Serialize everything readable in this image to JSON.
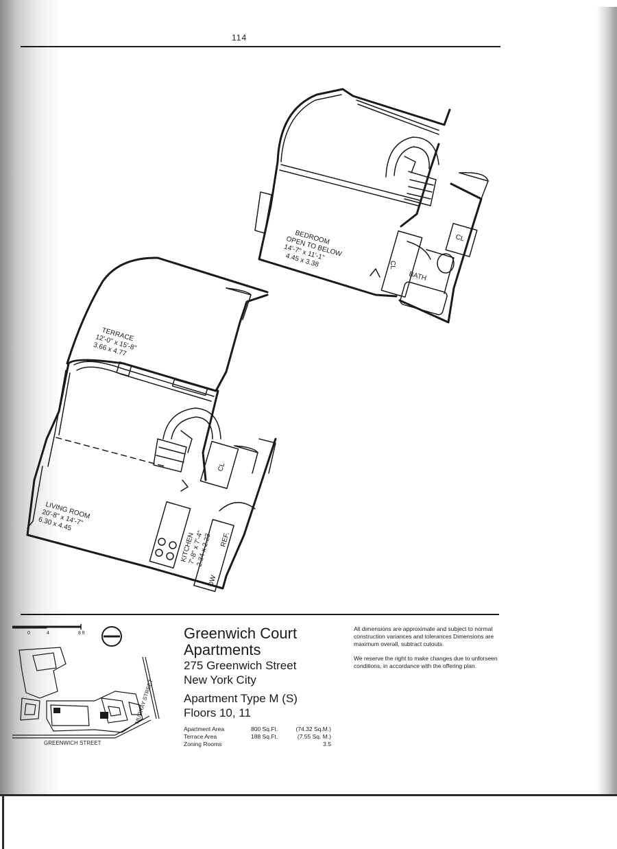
{
  "page": {
    "number": "114"
  },
  "plan": {
    "bedroom": {
      "name": "BEDROOM",
      "sub": "OPEN TO BELOW",
      "dims_ft": "14'-7\" x 11'-1\"",
      "dims_m": "4.45 x 3.38"
    },
    "closet_upper": "CL",
    "closet_mid": "CL",
    "bath": "BATH",
    "terrace": {
      "name": "TERRACE",
      "dims_ft": "12'-0\" x 15'-8\"",
      "dims_m": "3.66 x 4.77"
    },
    "living": {
      "name": "LIVING ROOM",
      "dims_ft": "20'-8\" x 14'-7\"",
      "dims_m": "6.30 x 4.45"
    },
    "kitchen": {
      "name": "KITCHEN",
      "dims_ft": "7'-8\" x 7'-4\"",
      "dims_m": "2.34 x 2.23"
    },
    "closet_lower": "CL",
    "ref": "REF.",
    "dw": "DW"
  },
  "title": {
    "line1": "Greenwich Court",
    "line2": "Apartments",
    "address1": "275 Greenwich Street",
    "address2": "New York City",
    "apt_type": "Apartment Type M (S)",
    "floors": "Floors 10, 11"
  },
  "areas": [
    {
      "label": "Apartment Area",
      "value": "800 Sq.Ft.",
      "metric": "(74.32 Sq.M.)"
    },
    {
      "label": "Terrace Area",
      "value": "188 Sq.Ft.",
      "metric": "(7.55 Sq. M.)"
    },
    {
      "label": "Zoning Rooms",
      "value": "",
      "metric": "3.5"
    }
  ],
  "notes": {
    "n1": "All dimensions are approximate and subject to normal construction variances and tolerances Dimensions are maximum overall, subtract cutouts.",
    "n2": "We reserve the right to make changes due to unforseen conditions, in accordance with the offering plan."
  },
  "scale": {
    "mark0": "0",
    "mark4": "4",
    "mark8": "8 ft"
  },
  "keyplan": {
    "street1": "GREENWICH STREET",
    "street2": "MURRAY STREET"
  }
}
